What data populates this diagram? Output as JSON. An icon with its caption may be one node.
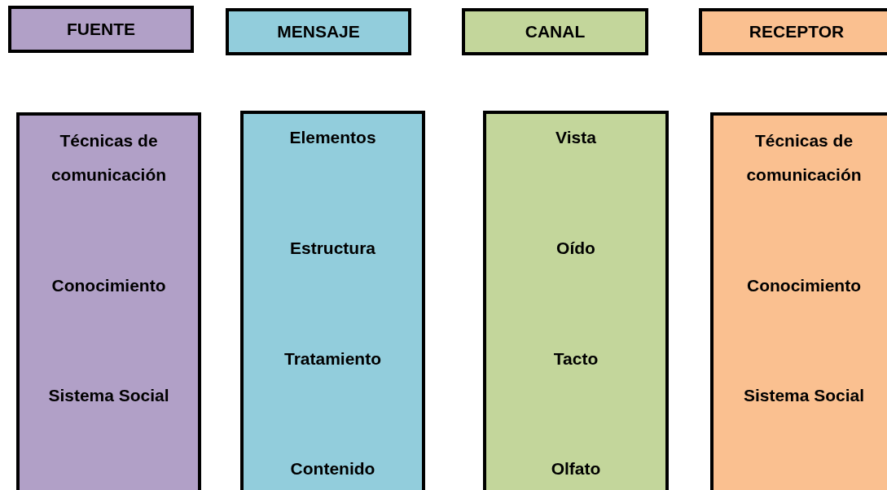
{
  "diagram": {
    "nodes": [
      {
        "text": [
          "FUENTE"
        ]
      },
      {
        "text": [
          "MENSAJE"
        ]
      },
      {
        "text": [
          "CANAL"
        ]
      },
      {
        "text": [
          "RECEPTOR"
        ]
      },
      {
        "text": [
          "Técnicas de comunicación",
          "Conocimiento",
          "Sistema Social"
        ]
      },
      {
        "text": [
          "Elementos",
          "Estructura",
          "Tratamiento",
          "Contenido"
        ]
      },
      {
        "text": [
          "Vista",
          "Oído",
          "Tacto",
          "Olfato"
        ]
      },
      {
        "text": [
          "Técnicas de comunicación",
          "Conocimiento",
          "Sistema Social"
        ]
      }
    ]
  }
}
